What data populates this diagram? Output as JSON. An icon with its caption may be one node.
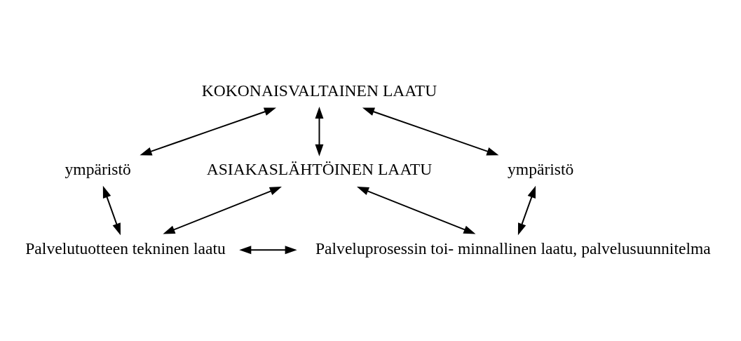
{
  "diagram": {
    "nodes": [
      {
        "text": [
          "KOKONAISVALTAINEN LAATU"
        ]
      },
      {
        "text": [
          "ympäristö"
        ]
      },
      {
        "text": [
          "ASIAKASLÄHTÖINEN LAATU"
        ]
      },
      {
        "text": [
          "ympäristö"
        ]
      },
      {
        "text": [
          "Palvelutuotteen tekninen laatu"
        ]
      },
      {
        "text": [
          "Palveluprosessin toi- minnallinen laatu, palvelusuunnitelma"
        ]
      }
    ],
    "edges": [
      {
        "from": 0,
        "to": 1,
        "arrow": "both"
      },
      {
        "from": 0,
        "to": 2,
        "arrow": "both"
      },
      {
        "from": 0,
        "to": 3,
        "arrow": "both"
      },
      {
        "from": 1,
        "to": 4,
        "arrow": "both"
      },
      {
        "from": 2,
        "to": 4,
        "arrow": "both"
      },
      {
        "from": 2,
        "to": 5,
        "arrow": "both"
      },
      {
        "from": 3,
        "to": 5,
        "arrow": "both"
      },
      {
        "from": 4,
        "to": 5,
        "arrow": "both"
      }
    ]
  }
}
